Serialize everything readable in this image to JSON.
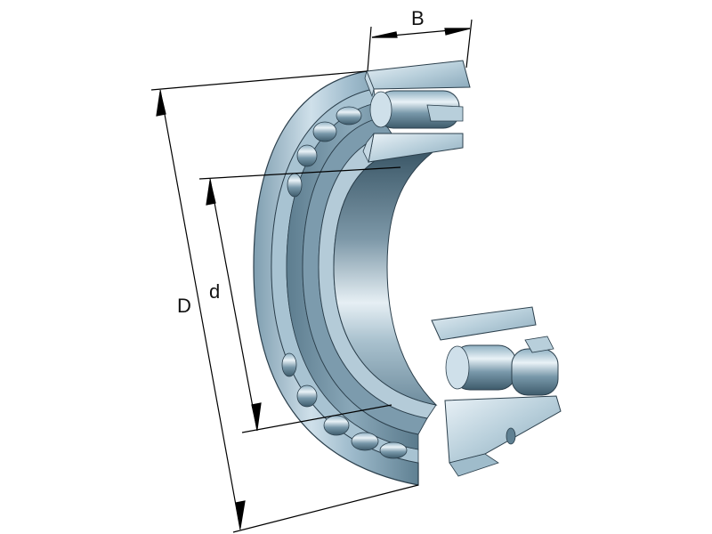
{
  "diagram": {
    "subject": "spherical roller bearing (cutaway)",
    "labels": {
      "width": "B",
      "outer_diameter": "D",
      "bore_diameter": "d"
    },
    "colors": {
      "steel_light": "#dbe8ef",
      "steel_mid": "#9fbccb",
      "steel_dark": "#4d6f82",
      "steel_deep": "#2f4a5a",
      "outline": "#2b3f4c",
      "dimension_line": "#000000",
      "background": "#ffffff"
    }
  }
}
